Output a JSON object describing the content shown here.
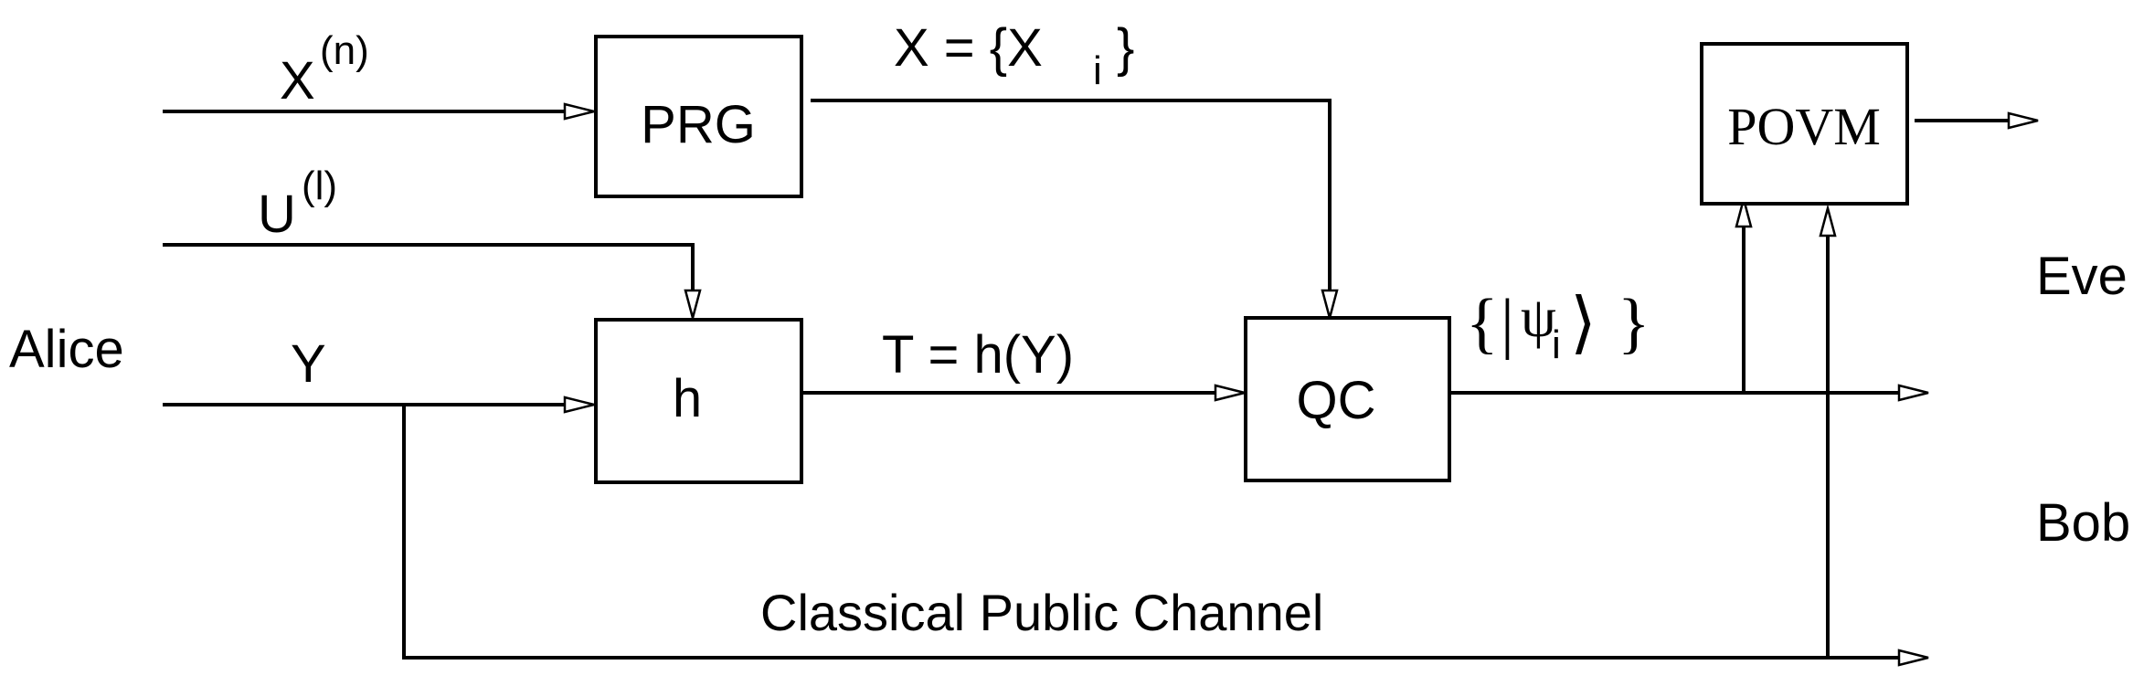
{
  "parties": {
    "alice": "Alice",
    "eve": "Eve",
    "bob": "Bob"
  },
  "inputs": {
    "x": {
      "base": "X",
      "sup": "(n)"
    },
    "u": {
      "base": "U",
      "sup": "(l)"
    },
    "y": "Y"
  },
  "blocks": {
    "prg": "PRG",
    "h": "h",
    "qc": "QC",
    "povm": "POVM"
  },
  "signals": {
    "x_set": {
      "main": "X = {X ",
      "sub": "i",
      "close": "}"
    },
    "t": "T = h(Y)",
    "psi": {
      "open": "{",
      "bar": "|",
      "psi": "ψ",
      "sub": "i",
      "ket": "⟩",
      "close": "}"
    }
  },
  "channel": {
    "label": "Classical Public Channel"
  }
}
